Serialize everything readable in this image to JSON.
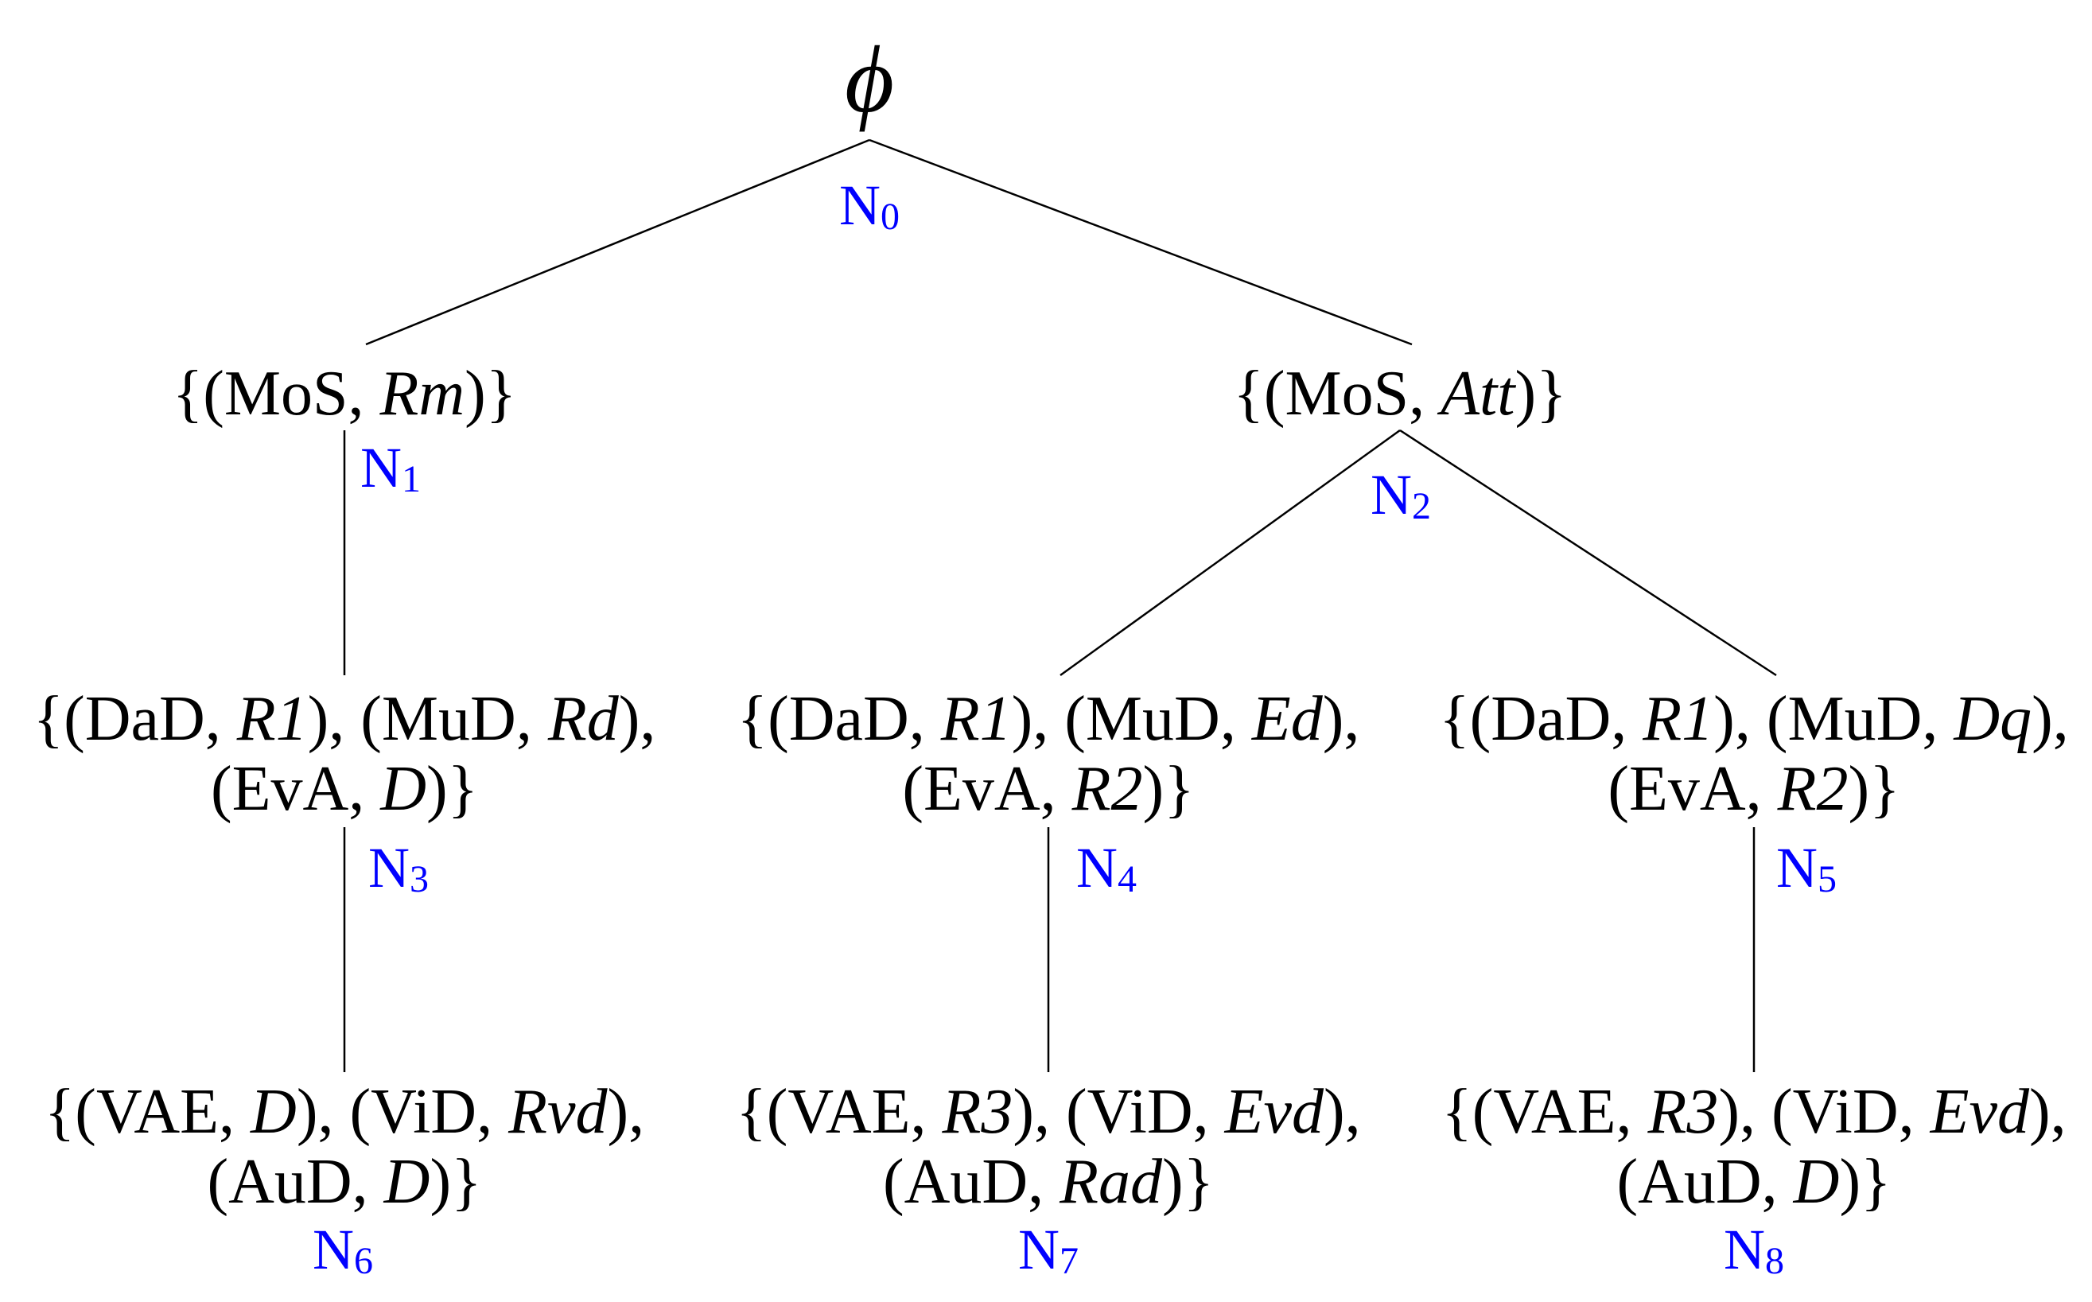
{
  "root": {
    "symbol": "ϕ",
    "id_main": "N",
    "id_sub": "0"
  },
  "nodes": [
    {
      "id_main": "N",
      "id_sub": "1",
      "lines": [
        [
          {
            "t": "{(MoS, "
          },
          {
            "t": "Rm",
            "i": true
          },
          {
            "t": ")}"
          }
        ]
      ]
    },
    {
      "id_main": "N",
      "id_sub": "2",
      "lines": [
        [
          {
            "t": "{(MoS, "
          },
          {
            "t": "Att",
            "i": true
          },
          {
            "t": ")}"
          }
        ]
      ]
    },
    {
      "id_main": "N",
      "id_sub": "3",
      "lines": [
        [
          {
            "t": "{(DaD, "
          },
          {
            "t": "R1",
            "i": true
          },
          {
            "t": "), (MuD, "
          },
          {
            "t": "Rd",
            "i": true
          },
          {
            "t": "),"
          }
        ],
        [
          {
            "t": "(EvA, "
          },
          {
            "t": "D",
            "i": true
          },
          {
            "t": ")}"
          }
        ]
      ]
    },
    {
      "id_main": "N",
      "id_sub": "4",
      "lines": [
        [
          {
            "t": "{(DaD, "
          },
          {
            "t": "R1",
            "i": true
          },
          {
            "t": "), (MuD, "
          },
          {
            "t": "Ed",
            "i": true
          },
          {
            "t": "),"
          }
        ],
        [
          {
            "t": "(EvA, "
          },
          {
            "t": "R2",
            "i": true
          },
          {
            "t": ")}"
          }
        ]
      ]
    },
    {
      "id_main": "N",
      "id_sub": "5",
      "lines": [
        [
          {
            "t": "{(DaD, "
          },
          {
            "t": "R1",
            "i": true
          },
          {
            "t": "), (MuD, "
          },
          {
            "t": "Dq",
            "i": true
          },
          {
            "t": "),"
          }
        ],
        [
          {
            "t": "(EvA, "
          },
          {
            "t": "R2",
            "i": true
          },
          {
            "t": ")}"
          }
        ]
      ]
    },
    {
      "id_main": "N",
      "id_sub": "6",
      "lines": [
        [
          {
            "t": "{(VAE, "
          },
          {
            "t": "D",
            "i": true
          },
          {
            "t": "), (ViD, "
          },
          {
            "t": "Rvd",
            "i": true
          },
          {
            "t": "),"
          }
        ],
        [
          {
            "t": "(AuD, "
          },
          {
            "t": "D",
            "i": true
          },
          {
            "t": ")}"
          }
        ]
      ]
    },
    {
      "id_main": "N",
      "id_sub": "7",
      "lines": [
        [
          {
            "t": "{(VAE, "
          },
          {
            "t": "R3",
            "i": true
          },
          {
            "t": "), (ViD, "
          },
          {
            "t": "Evd",
            "i": true
          },
          {
            "t": "),"
          }
        ],
        [
          {
            "t": "(AuD, "
          },
          {
            "t": "Rad",
            "i": true
          },
          {
            "t": ")}"
          }
        ]
      ]
    },
    {
      "id_main": "N",
      "id_sub": "8",
      "lines": [
        [
          {
            "t": "{(VAE, "
          },
          {
            "t": "R3",
            "i": true
          },
          {
            "t": "), (ViD, "
          },
          {
            "t": "Evd",
            "i": true
          },
          {
            "t": "),"
          }
        ],
        [
          {
            "t": "(AuD, "
          },
          {
            "t": "D",
            "i": true
          },
          {
            "t": ")}"
          }
        ]
      ]
    }
  ],
  "colors": {
    "node_id": "#0000ff",
    "text": "#000000",
    "edge": "#000000"
  }
}
